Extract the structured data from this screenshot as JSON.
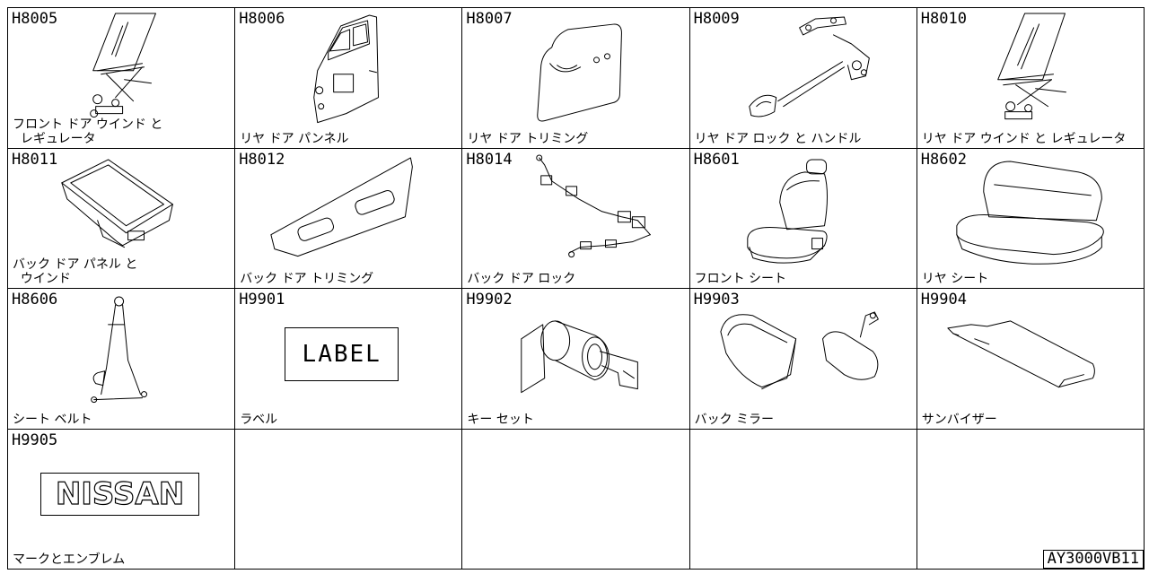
{
  "cells": [
    {
      "code": "H8005",
      "name": "フロント ドア ウインド と\n  レギュレータ"
    },
    {
      "code": "H8006",
      "name": "リヤ ドア パンネル"
    },
    {
      "code": "H8007",
      "name": "リヤ ドア トリミング"
    },
    {
      "code": "H8009",
      "name": "リヤ ドア ロック と ハンドル"
    },
    {
      "code": "H8010",
      "name": "リヤ ドア ウインド と レギュレータ"
    },
    {
      "code": "H8011",
      "name": "バック ドア パネル と\n  ウインド"
    },
    {
      "code": "H8012",
      "name": "バック ドア トリミング"
    },
    {
      "code": "H8014",
      "name": "バック ドア ロック"
    },
    {
      "code": "H8601",
      "name": "フロント シート"
    },
    {
      "code": "H8602",
      "name": "リヤ シート"
    },
    {
      "code": "H8606",
      "name": "シート ベルト"
    },
    {
      "code": "H9901",
      "name": "ラベル",
      "box_text": "LABEL"
    },
    {
      "code": "H9902",
      "name": "キー セット"
    },
    {
      "code": "H9903",
      "name": "バック ミラー"
    },
    {
      "code": "H9904",
      "name": "サンバイザー"
    },
    {
      "code": "H9905",
      "name": "マークとエンブレム",
      "box_text": "NISSAN"
    }
  ],
  "reference": "AY3000VB11"
}
